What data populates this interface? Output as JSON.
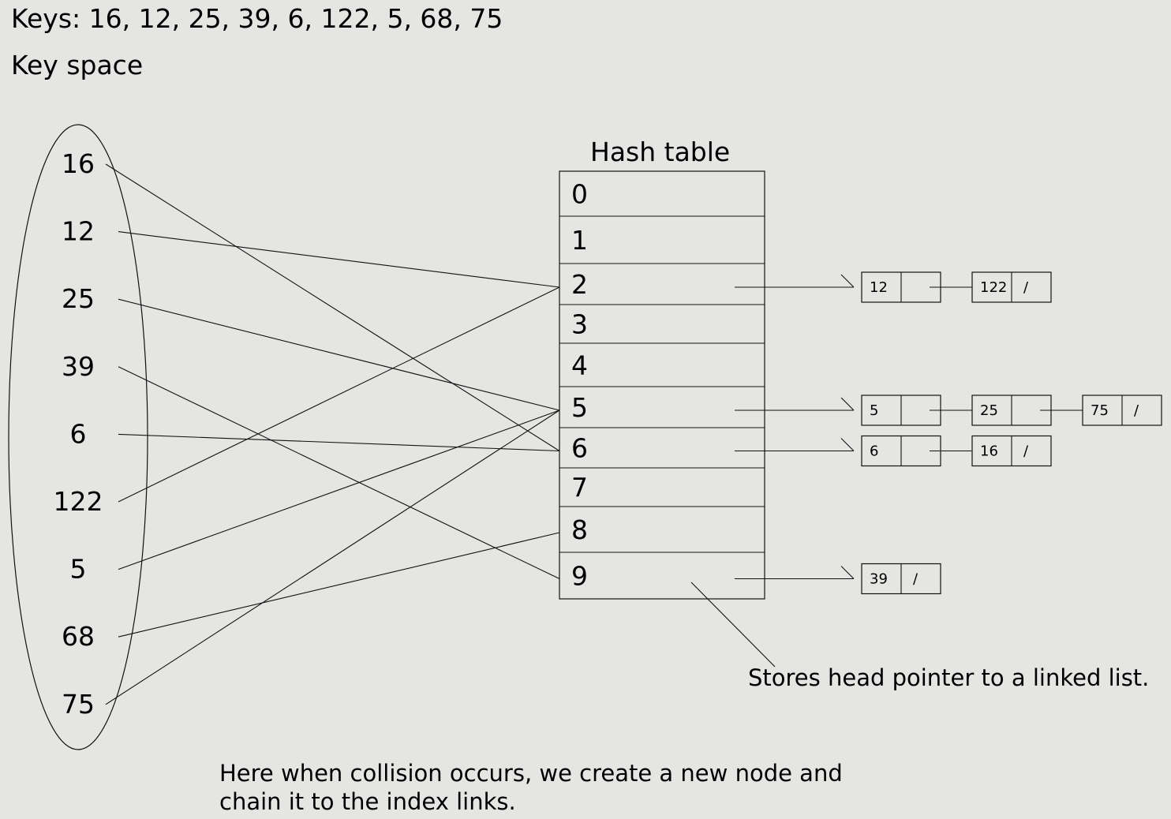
{
  "keys_line": "Keys: 16, 12, 25, 39, 6, 122, 5, 68, 75",
  "key_space_label": "Key space",
  "hash_table_title": "Hash table",
  "keys": [
    "16",
    "12",
    "25",
    "39",
    "6",
    "122",
    "5",
    "68",
    "75"
  ],
  "buckets": [
    "0",
    "1",
    "2",
    "3",
    "4",
    "5",
    "6",
    "7",
    "8",
    "9"
  ],
  "mappings": [
    {
      "key": "16",
      "bucket": "6"
    },
    {
      "key": "12",
      "bucket": "2"
    },
    {
      "key": "25",
      "bucket": "5"
    },
    {
      "key": "39",
      "bucket": "9"
    },
    {
      "key": "6",
      "bucket": "6"
    },
    {
      "key": "122",
      "bucket": "2"
    },
    {
      "key": "5",
      "bucket": "5"
    },
    {
      "key": "68",
      "bucket": "8"
    },
    {
      "key": "75",
      "bucket": "5"
    }
  ],
  "chains": [
    {
      "bucket": "2",
      "nodes": [
        "12",
        "122"
      ]
    },
    {
      "bucket": "5",
      "nodes": [
        "5",
        "25",
        "75"
      ]
    },
    {
      "bucket": "6",
      "nodes": [
        "6",
        "16"
      ]
    },
    {
      "bucket": "9",
      "nodes": [
        "39"
      ]
    }
  ],
  "null_marker": "/",
  "annotation_head": "Stores head pointer to a linked list.",
  "note_line1": "Here when collision occurs, we create a new node and",
  "note_line2": "chain it to the index links."
}
